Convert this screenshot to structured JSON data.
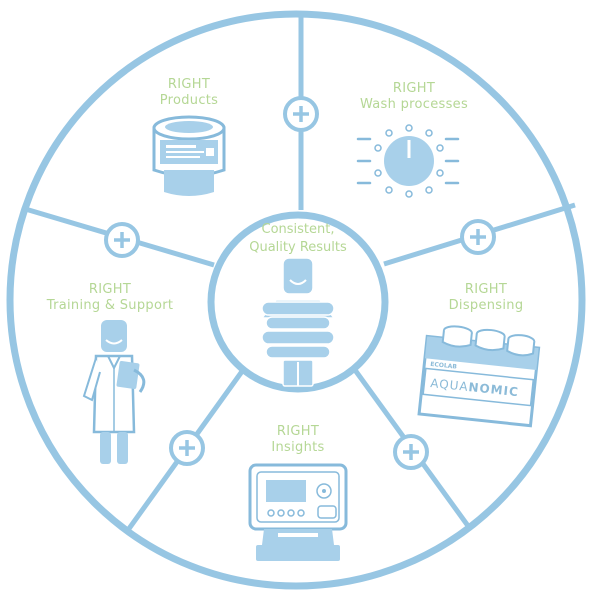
{
  "colors": {
    "line": "#97c6e3",
    "icon_fill": "#a8d0ea",
    "icon_stroke": "#87badb",
    "label": "#b5d795",
    "background": "#ffffff"
  },
  "center": {
    "line1": "Consistent,",
    "line2": "Quality Results",
    "icon": "person-holding-stack-icon"
  },
  "segments": {
    "products": {
      "line1": "RIGHT",
      "line2": "Products",
      "icon": "detergent-capsule-icon"
    },
    "wash": {
      "line1": "RIGHT",
      "line2": "Wash processes",
      "icon": "control-dial-icon"
    },
    "dispensing": {
      "line1": "RIGHT",
      "line2": "Dispensing",
      "icon": "dispenser-unit-icon"
    },
    "insights": {
      "line1": "RIGHT",
      "line2": "Insights",
      "icon": "controller-device-icon"
    },
    "training": {
      "line1": "RIGHT",
      "line2": "Training & Support",
      "icon": "technician-person-icon"
    }
  },
  "dispenser_labels": {
    "brand": "ECOLAB",
    "product_prefix": "AQUA",
    "product_suffix": "NOMIC"
  },
  "plus_buttons": [
    {
      "icon": "plus-icon"
    },
    {
      "icon": "plus-icon"
    },
    {
      "icon": "plus-icon"
    },
    {
      "icon": "plus-icon"
    },
    {
      "icon": "plus-icon"
    }
  ]
}
